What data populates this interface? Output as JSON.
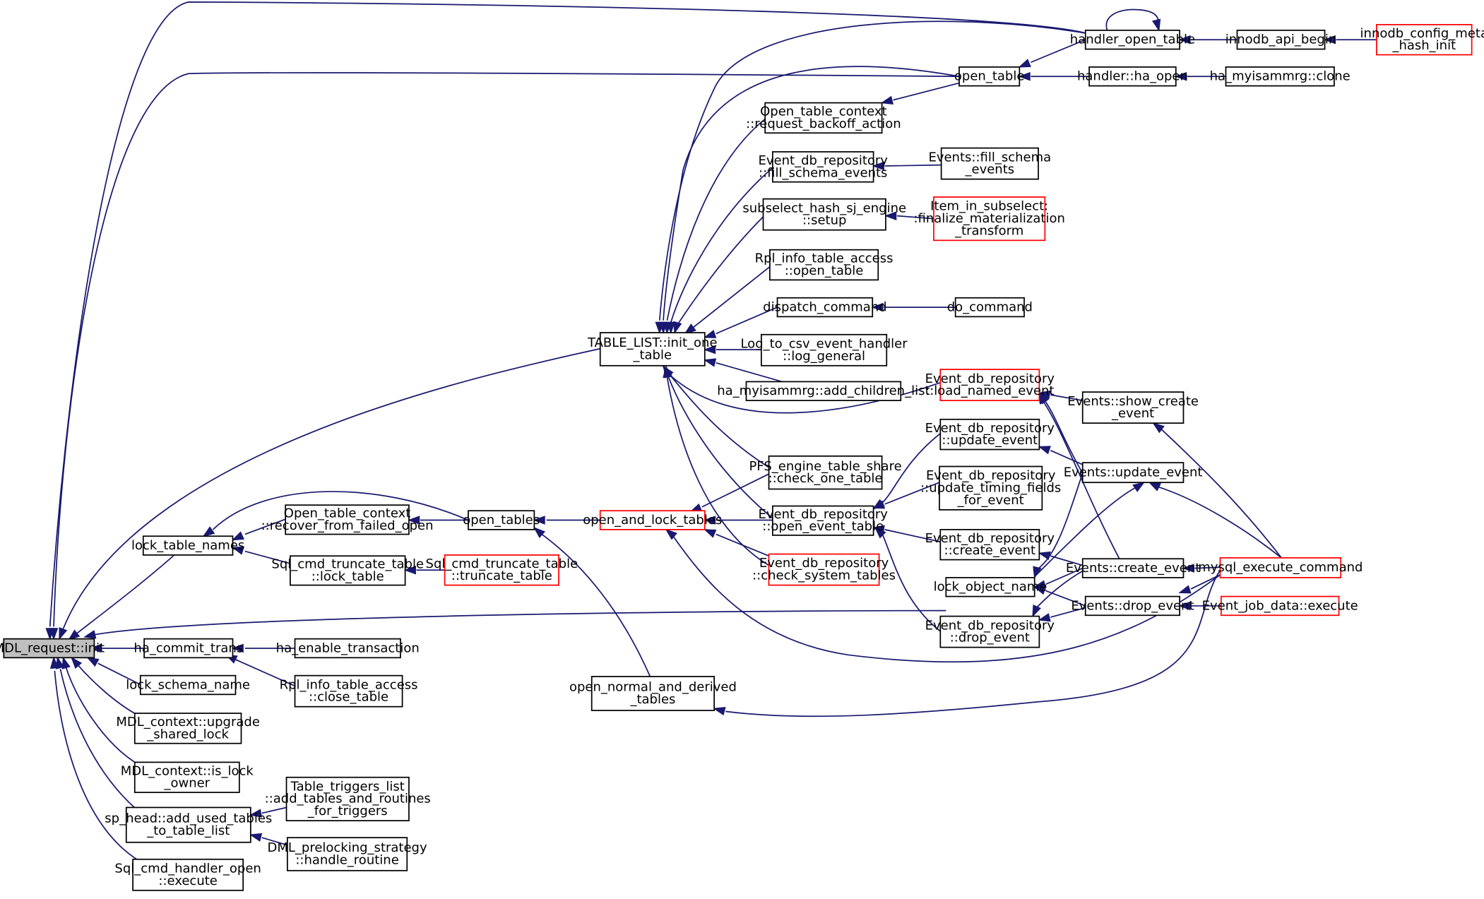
{
  "graph": {
    "nodes": [
      {
        "id": "root",
        "lines": [
          "MDL_request::init"
        ]
      },
      {
        "id": "lock_table_names",
        "lines": [
          "lock_table_names"
        ]
      },
      {
        "id": "ha_commit_trans",
        "lines": [
          "ha_commit_trans"
        ]
      },
      {
        "id": "lock_schema_name",
        "lines": [
          "lock_schema_name"
        ]
      },
      {
        "id": "mdl_upgrade",
        "lines": [
          "MDL_context::upgrade",
          "_shared_lock"
        ]
      },
      {
        "id": "mdl_is_lock",
        "lines": [
          "MDL_context::is_lock",
          "_owner"
        ]
      },
      {
        "id": "sp_head",
        "lines": [
          "sp_head::add_used_tables",
          "_to_table_list"
        ]
      },
      {
        "id": "sql_handler_open",
        "lines": [
          "Sql_cmd_handler_open",
          "::execute"
        ]
      },
      {
        "id": "otc_recover",
        "lines": [
          "Open_table_context",
          "::recover_from_failed_open"
        ]
      },
      {
        "id": "sql_trunc_lock",
        "lines": [
          "Sql_cmd_truncate_table",
          "::lock_table"
        ]
      },
      {
        "id": "ha_enable",
        "lines": [
          "ha_enable_transaction"
        ]
      },
      {
        "id": "rpl_close",
        "lines": [
          "Rpl_info_table_access",
          "::close_table"
        ]
      },
      {
        "id": "ttl",
        "lines": [
          "Table_triggers_list",
          "::add_tables_and_routines",
          "_for_triggers"
        ]
      },
      {
        "id": "dml_prelock",
        "lines": [
          "DML_prelocking_strategy",
          "::handle_routine"
        ]
      },
      {
        "id": "open_tables",
        "lines": [
          "open_tables"
        ]
      },
      {
        "id": "sql_trunc_trunc",
        "lines": [
          "Sql_cmd_truncate_table",
          "::truncate_table"
        ]
      },
      {
        "id": "tl_init",
        "lines": [
          "TABLE_LIST::init_one",
          "_table"
        ]
      },
      {
        "id": "oalt",
        "lines": [
          "open_and_lock_tables"
        ]
      },
      {
        "id": "onadt",
        "lines": [
          "open_normal_and_derived",
          "_tables"
        ]
      },
      {
        "id": "otc_backoff",
        "lines": [
          "Open_table_context",
          "::request_backoff_action"
        ]
      },
      {
        "id": "edb_fill",
        "lines": [
          "Event_db_repository",
          "::fill_schema_events"
        ]
      },
      {
        "id": "shse_setup",
        "lines": [
          "subselect_hash_sj_engine",
          "::setup"
        ]
      },
      {
        "id": "rpl_open",
        "lines": [
          "Rpl_info_table_access",
          "::open_table"
        ]
      },
      {
        "id": "dispatch",
        "lines": [
          "dispatch_command"
        ]
      },
      {
        "id": "log_csv",
        "lines": [
          "Log_to_csv_event_handler",
          "::log_general"
        ]
      },
      {
        "id": "ha_myi_add",
        "lines": [
          "ha_myisammrg::add_children_list"
        ]
      },
      {
        "id": "pfs_check",
        "lines": [
          "PFS_engine_table_share",
          "::check_one_table"
        ]
      },
      {
        "id": "edb_open",
        "lines": [
          "Event_db_repository",
          "::open_event_table"
        ]
      },
      {
        "id": "edb_check",
        "lines": [
          "Event_db_repository",
          "::check_system_tables"
        ]
      },
      {
        "id": "open_table",
        "lines": [
          "open_table"
        ]
      },
      {
        "id": "handler_open",
        "lines": [
          "handler_open_table"
        ]
      },
      {
        "id": "events_fill",
        "lines": [
          "Events::fill_schema",
          "_events"
        ]
      },
      {
        "id": "item_sub",
        "lines": [
          "Item_in_subselect:",
          ":finalize_materialization",
          "_transform"
        ]
      },
      {
        "id": "do_command",
        "lines": [
          "do_command"
        ]
      },
      {
        "id": "edb_load",
        "lines": [
          "Event_db_repository",
          "::load_named_event"
        ]
      },
      {
        "id": "edb_update",
        "lines": [
          "Event_db_repository",
          "::update_event"
        ]
      },
      {
        "id": "edb_timing",
        "lines": [
          "Event_db_repository",
          "::update_timing_fields",
          "_for_event"
        ]
      },
      {
        "id": "edb_create",
        "lines": [
          "Event_db_repository",
          "::create_event"
        ]
      },
      {
        "id": "lock_obj",
        "lines": [
          "lock_object_name"
        ]
      },
      {
        "id": "edb_drop",
        "lines": [
          "Event_db_repository",
          "::drop_event"
        ]
      },
      {
        "id": "ha_ha_open",
        "lines": [
          "handler::ha_open"
        ]
      },
      {
        "id": "innodb_begin",
        "lines": [
          "innodb_api_begin"
        ]
      },
      {
        "id": "ha_myi_clone",
        "lines": [
          "ha_myisammrg::clone"
        ]
      },
      {
        "id": "innodb_meta",
        "lines": [
          "innodb_config_meta",
          "_hash_init"
        ]
      },
      {
        "id": "ev_show",
        "lines": [
          "Events::show_create",
          "_event"
        ]
      },
      {
        "id": "ev_update",
        "lines": [
          "Events::update_event"
        ]
      },
      {
        "id": "ev_create",
        "lines": [
          "Events::create_event"
        ]
      },
      {
        "id": "ev_drop",
        "lines": [
          "Events::drop_event"
        ]
      },
      {
        "id": "mysql_exec",
        "lines": [
          "mysql_execute_command"
        ]
      },
      {
        "id": "ev_job",
        "lines": [
          "Event_job_data::execute"
        ]
      }
    ]
  }
}
